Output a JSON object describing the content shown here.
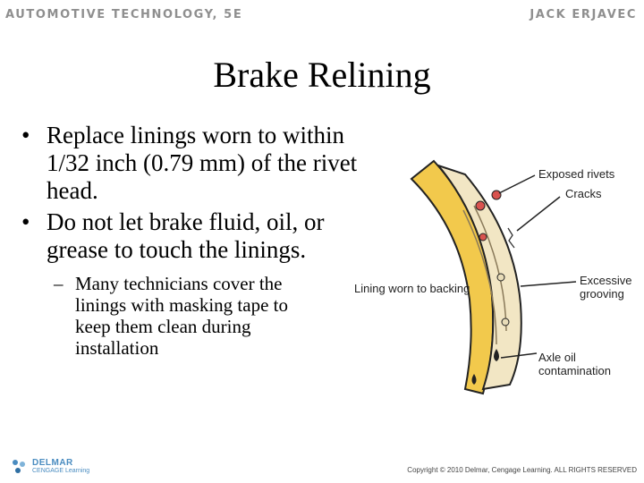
{
  "header": {
    "left": "AUTOMOTIVE TECHNOLOGY, 5E",
    "right": "JACK ERJAVEC"
  },
  "slide": {
    "title": "Brake Relining",
    "bullets": [
      "Replace linings worn to within 1/32 inch (0.79 mm) of the rivet head.",
      "Do not let brake fluid, oil, or grease to touch the linings."
    ],
    "sub_bullet": "Many technicians cover the linings with masking tape to keep them clean during installation"
  },
  "figure": {
    "labels": {
      "exposed_rivets": "Exposed rivets",
      "cracks": "Cracks",
      "lining_worn": "Lining worn to backing",
      "excessive": "Excessive",
      "grooving": "grooving",
      "axle_oil": "Axle oil",
      "contamination": "contamination"
    },
    "colors": {
      "shoe": "#f2c94c",
      "lining": "#f2e6c4",
      "rivet": "#d9534f"
    }
  },
  "footer": {
    "logo_top": "DELMAR",
    "logo_bottom": "CENGAGE Learning",
    "copyright": "Copyright © 2010 Delmar, Cengage Learning. ALL RIGHTS RESERVED"
  }
}
